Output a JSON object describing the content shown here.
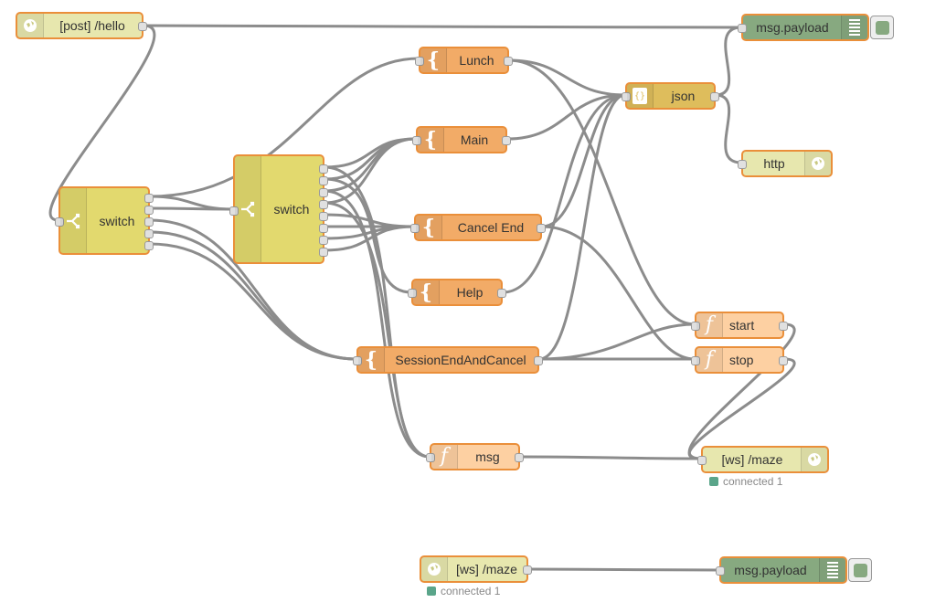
{
  "flow": {
    "nodes": {
      "http_in": {
        "label": "[post] /hello",
        "icon": "globe-icon"
      },
      "debug_top": {
        "label": "msg.payload",
        "icon": "list-lines-icon"
      },
      "lunch": {
        "label": "Lunch",
        "icon": "template-brace-icon"
      },
      "json": {
        "label": "json",
        "icon": "json-braces-icon"
      },
      "main": {
        "label": "Main",
        "icon": "template-brace-icon"
      },
      "http_out": {
        "label": "http",
        "icon": "globe-icon"
      },
      "switch1": {
        "label": "switch",
        "icon": "switch-icon"
      },
      "switch2": {
        "label": "switch",
        "icon": "switch-icon"
      },
      "cancel_end": {
        "label": "Cancel End",
        "icon": "template-brace-icon"
      },
      "help": {
        "label": "Help",
        "icon": "template-brace-icon"
      },
      "start": {
        "label": "start",
        "icon": "function-icon"
      },
      "session_end": {
        "label": "SessionEndAndCancel",
        "icon": "template-brace-icon"
      },
      "stop": {
        "label": "stop",
        "icon": "function-icon"
      },
      "msg_fn": {
        "label": "msg",
        "icon": "function-icon"
      },
      "ws_out": {
        "label": "[ws] /maze",
        "icon": "globe-icon",
        "status": "connected 1"
      },
      "ws_in": {
        "label": "[ws] /maze",
        "icon": "globe-icon",
        "status": "connected 1"
      },
      "debug_bottom": {
        "label": "msg.payload",
        "icon": "list-lines-icon"
      }
    }
  },
  "colors": {
    "node_border": "#ea8f3a",
    "template": "#f2ab67",
    "function": "#fdd0a2",
    "switch": "#e2d96e",
    "json": "#debd5c",
    "http": "#e7e7ae",
    "debug": "#87a980",
    "wire": "#8c8c8c",
    "status_connected": "#5aa58a"
  }
}
